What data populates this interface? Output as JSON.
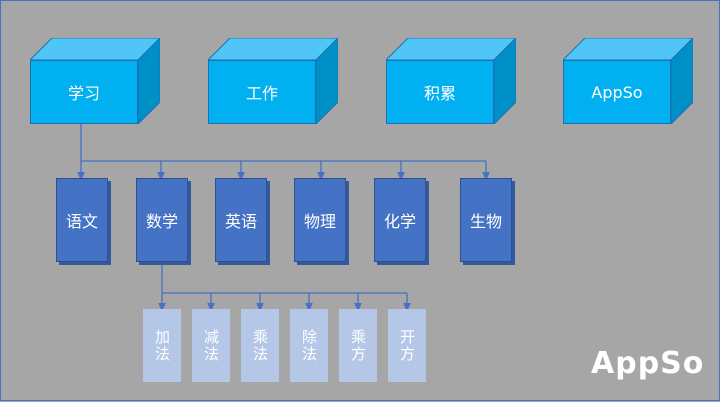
{
  "categories": [
    {
      "label": "学习"
    },
    {
      "label": "工作"
    },
    {
      "label": "积累"
    },
    {
      "label": "AppSo"
    }
  ],
  "subjects": [
    {
      "label": "语文"
    },
    {
      "label": "数学"
    },
    {
      "label": "英语"
    },
    {
      "label": "物理"
    },
    {
      "label": "化学"
    },
    {
      "label": "生物"
    }
  ],
  "operations": [
    {
      "label": "加法"
    },
    {
      "label": "减法"
    },
    {
      "label": "乘法"
    },
    {
      "label": "除法"
    },
    {
      "label": "乘方"
    },
    {
      "label": "开方"
    }
  ],
  "watermark": "AppSo",
  "colors": {
    "background": "#a6a6a6",
    "cube_front": "#00b0f0",
    "subject_box": "#4472c4",
    "operation_box": "#b4c7e7",
    "connector": "#4472c4"
  }
}
